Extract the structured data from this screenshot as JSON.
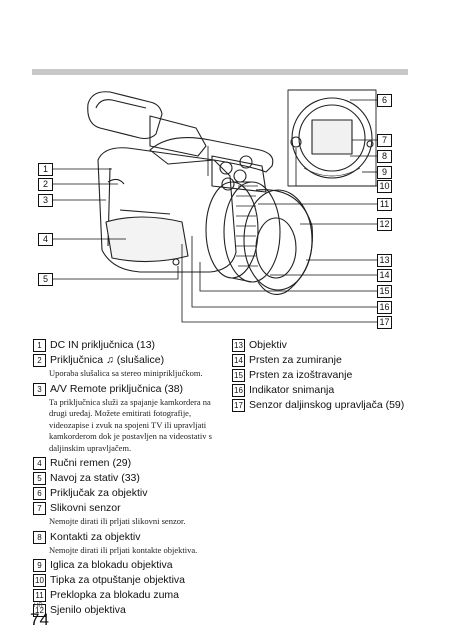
{
  "page": {
    "number": "74",
    "language_tag": "HR"
  },
  "diagram": {
    "callouts": [
      "1",
      "2",
      "3",
      "4",
      "5",
      "6",
      "7",
      "8",
      "9",
      "10",
      "11",
      "12",
      "13",
      "14",
      "15",
      "16",
      "17"
    ]
  },
  "legend": [
    {
      "num": "1",
      "label": "DC IN priključnica (13)"
    },
    {
      "num": "2",
      "label": "Priključnica ♫ (slušalice)",
      "note": "Uporaba slušalica sa stereo miniprikljućkom."
    },
    {
      "num": "3",
      "label": "A/V Remote priključnica (38)",
      "note": "Ta priključnica služi za spajanje kamkordera na drugi uređaj. Možete emitirati fotografije, videozapise i zvuk na spojeni TV ili upravljati kamkorderom dok je postavljen na videostativ s daljinskim upravljačem."
    },
    {
      "num": "4",
      "label": "Ručni remen (29)"
    },
    {
      "num": "5",
      "label": "Navoj za stativ (33)"
    },
    {
      "num": "6",
      "label": "Priključak za objektiv"
    },
    {
      "num": "7",
      "label": "Slikovni senzor",
      "note": "Nemojte dirati ili prljati slikovni senzor."
    },
    {
      "num": "8",
      "label": "Kontakti za objektiv",
      "note": "Nemojte dirati ili prljati kontakte objektiva."
    },
    {
      "num": "9",
      "label": "Iglica za blokadu objektiva"
    },
    {
      "num": "10",
      "label": "Tipka za otpuštanje objektiva"
    },
    {
      "num": "11",
      "label": "Preklopka za blokadu zuma"
    },
    {
      "num": "12",
      "label": "Sjenilo objektiva"
    },
    {
      "num": "13",
      "label": "Objektiv"
    },
    {
      "num": "14",
      "label": "Prsten za zumiranje"
    },
    {
      "num": "15",
      "label": "Prsten za izoštravanje"
    },
    {
      "num": "16",
      "label": "Indikator snimanja"
    },
    {
      "num": "17",
      "label": "Senzor daljinskog upravljača (59)"
    }
  ]
}
